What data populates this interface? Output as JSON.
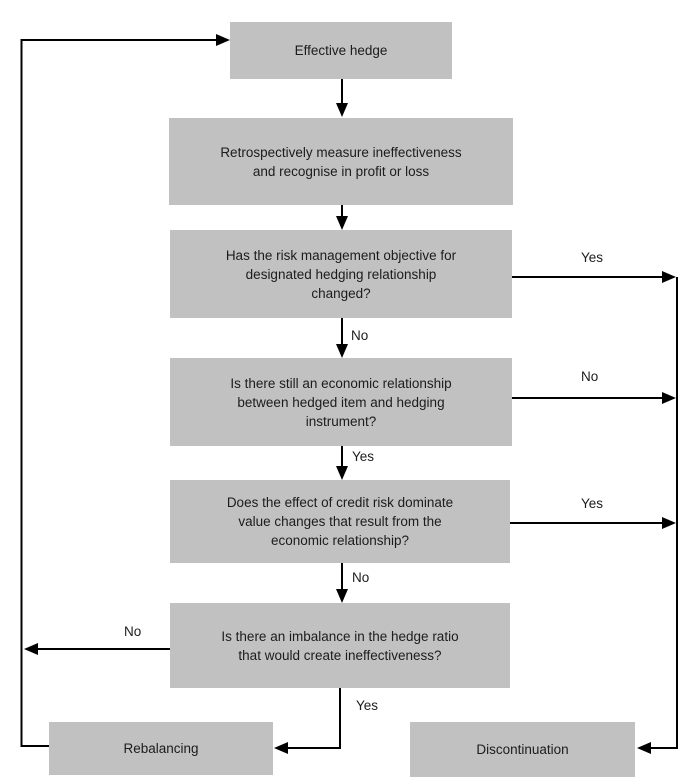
{
  "flowchart": {
    "type": "flowchart",
    "colors": {
      "box_fill": "#c1c1c1",
      "line": "#000000",
      "text": "#1c1c1c",
      "background": "#ffffff"
    },
    "nodes": [
      {
        "id": "effective-hedge",
        "label": "Effective hedge"
      },
      {
        "id": "measure-ineffectiveness",
        "label": "Retrospectively measure ineffectiveness and recognise in profit or loss"
      },
      {
        "id": "risk-objective-changed",
        "label": "Has the risk management objective for designated hedging relationship changed?"
      },
      {
        "id": "economic-relationship",
        "label": "Is there still an economic relationship between hedged item and hedging instrument?"
      },
      {
        "id": "credit-risk-dominates",
        "label": "Does the effect of credit risk dominate value changes that result from the economic relationship?"
      },
      {
        "id": "hedge-ratio-imbalance",
        "label": "Is there an imbalance in the hedge ratio that would create ineffectiveness?"
      },
      {
        "id": "rebalancing",
        "label": "Rebalancing"
      },
      {
        "id": "discontinuation",
        "label": "Discontinuation"
      }
    ],
    "edges": [
      {
        "from": "effective-hedge",
        "to": "measure-ineffectiveness",
        "label": ""
      },
      {
        "from": "measure-ineffectiveness",
        "to": "risk-objective-changed",
        "label": ""
      },
      {
        "from": "risk-objective-changed",
        "to": "discontinuation",
        "label": "Yes"
      },
      {
        "from": "risk-objective-changed",
        "to": "economic-relationship",
        "label": "No"
      },
      {
        "from": "economic-relationship",
        "to": "discontinuation",
        "label": "No"
      },
      {
        "from": "economic-relationship",
        "to": "credit-risk-dominates",
        "label": "Yes"
      },
      {
        "from": "credit-risk-dominates",
        "to": "discontinuation",
        "label": "Yes"
      },
      {
        "from": "credit-risk-dominates",
        "to": "hedge-ratio-imbalance",
        "label": "No"
      },
      {
        "from": "hedge-ratio-imbalance",
        "to": "effective-hedge",
        "label": "No"
      },
      {
        "from": "hedge-ratio-imbalance",
        "to": "rebalancing",
        "label": "Yes"
      },
      {
        "from": "rebalancing",
        "to": "effective-hedge",
        "label": ""
      }
    ]
  }
}
